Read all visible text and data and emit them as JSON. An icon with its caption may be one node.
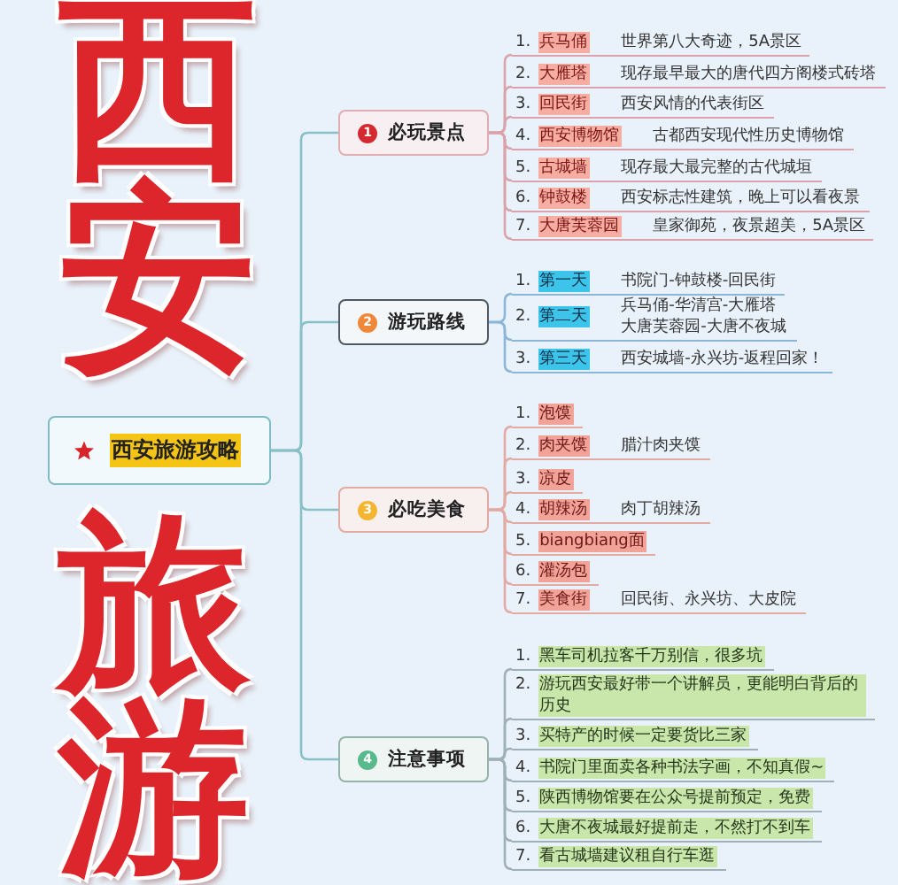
{
  "diagram": {
    "nodes": [
      {
        "text": [
          "西安旅游攻略"
        ]
      },
      {
        "text": [
          "1",
          "必玩景点"
        ]
      },
      {
        "text": [
          "1.",
          "兵马俑",
          "世界第八大奇迹，5A景区"
        ]
      },
      {
        "text": [
          "2.",
          "大雁塔",
          "现存最早最大的唐代四方阁楼式砖塔"
        ]
      },
      {
        "text": [
          "3.",
          "回民街",
          "西安风情的代表街区"
        ]
      },
      {
        "text": [
          "4.",
          "西安博物馆",
          "古都西安现代性历史博物馆"
        ]
      },
      {
        "text": [
          "5.",
          "古城墙",
          "现存最大最完整的古代城垣"
        ]
      },
      {
        "text": [
          "6.",
          "钟鼓楼",
          "西安标志性建筑，晚上可以看夜景"
        ]
      },
      {
        "text": [
          "7.",
          "大唐芙蓉园",
          "皇家御苑，夜景超美，5A景区"
        ]
      },
      {
        "text": [
          "2",
          "游玩路线"
        ]
      },
      {
        "text": [
          "1.",
          "第一天",
          "书院门-钟鼓楼-回民街"
        ]
      },
      {
        "text": [
          "2.",
          "第二天",
          "兵马俑-华清宫-大雁塔大唐芙蓉园-大唐不夜城"
        ]
      },
      {
        "text": [
          "3.",
          "第三天",
          "西安城墙-永兴坊-返程回家！"
        ]
      },
      {
        "text": [
          "3",
          "必吃美食"
        ]
      },
      {
        "text": [
          "1.",
          "泡馍"
        ]
      },
      {
        "text": [
          "2.",
          "肉夹馍",
          "腊汁肉夹馍"
        ]
      },
      {
        "text": [
          "3.",
          "凉皮"
        ]
      },
      {
        "text": [
          "4.",
          "胡辣汤",
          "肉丁胡辣汤"
        ]
      },
      {
        "text": [
          "5.",
          "biangbiang面"
        ]
      },
      {
        "text": [
          "6.",
          "灌汤包"
        ]
      },
      {
        "text": [
          "7.",
          "美食街",
          "回民街、永兴坊、大皮院"
        ]
      },
      {
        "text": [
          "4",
          "注意事项"
        ]
      },
      {
        "text": [
          "1.",
          "黑车司机拉客千万别信，很多坑"
        ]
      },
      {
        "text": [
          "2.",
          "游玩西安最好带一个讲解员，更能明白背后的历史"
        ]
      },
      {
        "text": [
          "3.",
          "买特产的时候一定要货比三家"
        ]
      },
      {
        "text": [
          "4.",
          "书院门里面卖各种书法字画，不知真假~"
        ]
      },
      {
        "text": [
          "5.",
          "陕西博物馆要在公众号提前预定，免费"
        ]
      },
      {
        "text": [
          "6.",
          "大唐不夜城最好提前走，不然打不到车"
        ]
      },
      {
        "text": [
          "7.",
          "看古城墙建议租自行车逛"
        ]
      }
    ],
    "edges": [
      {
        "from": 0,
        "to": 1,
        "arrow": "none",
        "color": "#88c0c8"
      },
      {
        "from": 1,
        "to": 2,
        "arrow": "none",
        "color": "#dba2ab"
      },
      {
        "from": 1,
        "to": 3,
        "arrow": "none",
        "color": "#dba2ab"
      },
      {
        "from": 1,
        "to": 4,
        "arrow": "none",
        "color": "#dba2ab"
      },
      {
        "from": 1,
        "to": 5,
        "arrow": "none",
        "color": "#dba2ab"
      },
      {
        "from": 1,
        "to": 6,
        "arrow": "none",
        "color": "#dba2ab"
      },
      {
        "from": 1,
        "to": 7,
        "arrow": "none",
        "color": "#dba2ab"
      },
      {
        "from": 1,
        "to": 8,
        "arrow": "none",
        "color": "#dba2ab"
      },
      {
        "from": 0,
        "to": 9,
        "arrow": "none",
        "color": "#88c0c8"
      },
      {
        "from": 9,
        "to": 10,
        "arrow": "none",
        "color": "#8cb6d6"
      },
      {
        "from": 9,
        "to": 11,
        "arrow": "none",
        "color": "#8cb6d6"
      },
      {
        "from": 9,
        "to": 12,
        "arrow": "none",
        "color": "#8cb6d6"
      },
      {
        "from": 0,
        "to": 13,
        "arrow": "none",
        "color": "#88c0c8"
      },
      {
        "from": 13,
        "to": 14,
        "arrow": "none",
        "color": "#e2aaa3"
      },
      {
        "from": 13,
        "to": 15,
        "arrow": "none",
        "color": "#e2aaa3"
      },
      {
        "from": 13,
        "to": 16,
        "arrow": "none",
        "color": "#e2aaa3"
      },
      {
        "from": 13,
        "to": 17,
        "arrow": "none",
        "color": "#e2aaa3"
      },
      {
        "from": 13,
        "to": 18,
        "arrow": "none",
        "color": "#e2aaa3"
      },
      {
        "from": 13,
        "to": 19,
        "arrow": "none",
        "color": "#e2aaa3"
      },
      {
        "from": 13,
        "to": 20,
        "arrow": "none",
        "color": "#e2aaa3"
      },
      {
        "from": 0,
        "to": 21,
        "arrow": "none",
        "color": "#88c0c8"
      },
      {
        "from": 21,
        "to": 22,
        "arrow": "none",
        "color": "#9fb0b6"
      },
      {
        "from": 21,
        "to": 23,
        "arrow": "none",
        "color": "#9fb0b6"
      },
      {
        "from": 21,
        "to": 24,
        "arrow": "none",
        "color": "#9fb0b6"
      },
      {
        "from": 21,
        "to": 25,
        "arrow": "none",
        "color": "#9fb0b6"
      },
      {
        "from": 21,
        "to": 26,
        "arrow": "none",
        "color": "#9fb0b6"
      },
      {
        "from": 21,
        "to": 27,
        "arrow": "none",
        "color": "#9fb0b6"
      },
      {
        "from": 21,
        "to": 28,
        "arrow": "none",
        "color": "#9fb0b6"
      }
    ],
    "labels": [
      "西安",
      "旅游"
    ]
  }
}
